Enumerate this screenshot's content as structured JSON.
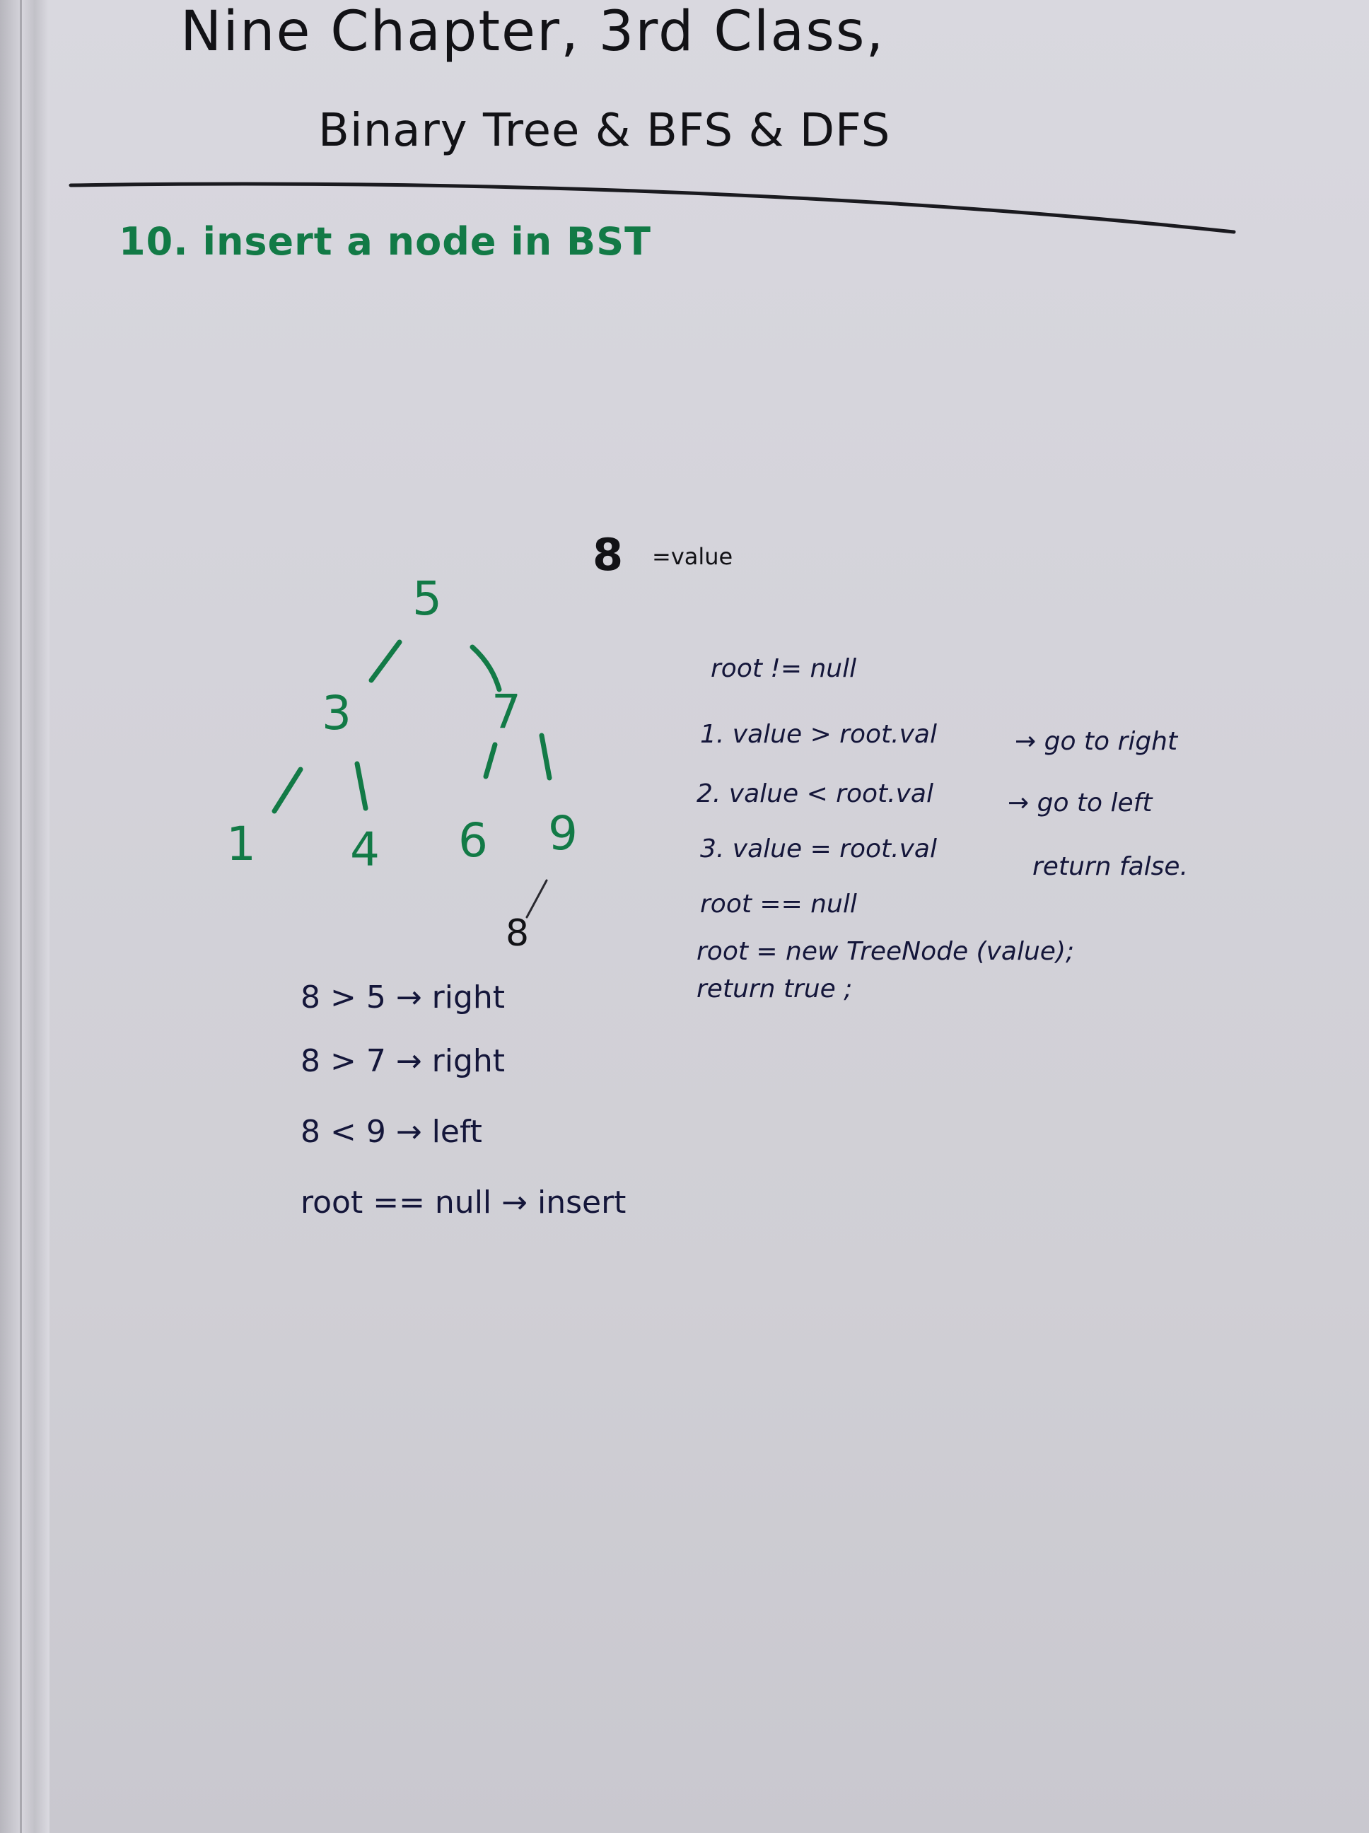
{
  "header": {
    "title_line1": "Nine Chapter, 3rd Class,",
    "title_line2": "Binary Tree & BFS & DFS"
  },
  "section": {
    "heading": "10. insert a node in BST"
  },
  "insert_value": {
    "number": "8",
    "label": "=value"
  },
  "tree": {
    "root": "5",
    "left": "3",
    "right": "7",
    "left_left": "1",
    "left_right": "4",
    "right_left": "6",
    "right_right": "9",
    "inserted": "8"
  },
  "trace": [
    "8 > 5 → right",
    "8 > 7 → right",
    "8 < 9 → left",
    "root == null → insert"
  ],
  "rules": {
    "condition": "root != null",
    "rule1_cond": "1. value  > root.val",
    "rule1_action": "→ go to right",
    "rule2_cond": "2. value  < root.val",
    "rule2_action": "→ go to left",
    "rule3_cond": "3. value  = root.val",
    "rule3_action": "return false.",
    "null_case": "root == null",
    "assign": "root = new TreeNode (value);",
    "return_line": "return true ;"
  },
  "colors": {
    "black_marker": "#121216",
    "green_marker": "#127a46",
    "blue_marker": "#14163a",
    "board": "#d4d3da"
  }
}
